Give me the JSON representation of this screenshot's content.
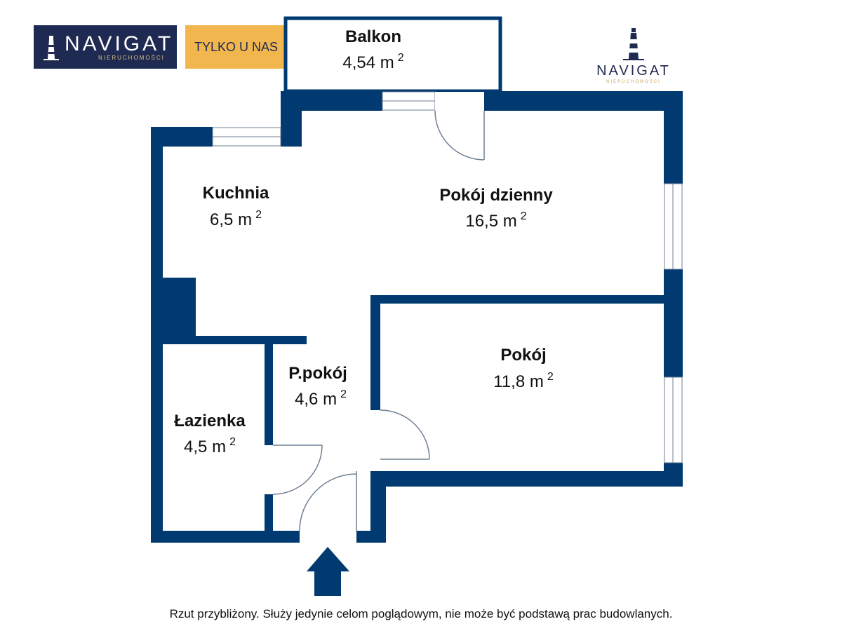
{
  "header": {
    "logo_brand": "NAVIGAT",
    "logo_sub": "NIERUCHOMOŚCI",
    "badge": "TYLKO U NAS"
  },
  "watermark": {
    "brand": "NAVIGAT",
    "sub": "NIERUCHOMOŚCI"
  },
  "rooms": {
    "balkon": {
      "name": "Balkon",
      "area": "4,54 m",
      "unit_exp": "2"
    },
    "kuchnia": {
      "name": "Kuchnia",
      "area": "6,5 m",
      "unit_exp": "2"
    },
    "pokoj_dzienny": {
      "name": "Pokój dzienny",
      "area": "16,5 m",
      "unit_exp": "2"
    },
    "pokoj": {
      "name": "Pokój",
      "area": "11,8 m",
      "unit_exp": "2"
    },
    "ppokoj": {
      "name": "P.pokój",
      "area": "4,6 m",
      "unit_exp": "2"
    },
    "lazienka": {
      "name": "Łazienka",
      "area": "4,5 m",
      "unit_exp": "2"
    }
  },
  "footnote": "Rzut przybliżony. Służy jedynie celom poglądowym, nie może być podstawą prac budowlanych.",
  "colors": {
    "wall": "#003a70",
    "logo_bg": "#1f2a52",
    "badge_bg": "#f2b64e"
  }
}
